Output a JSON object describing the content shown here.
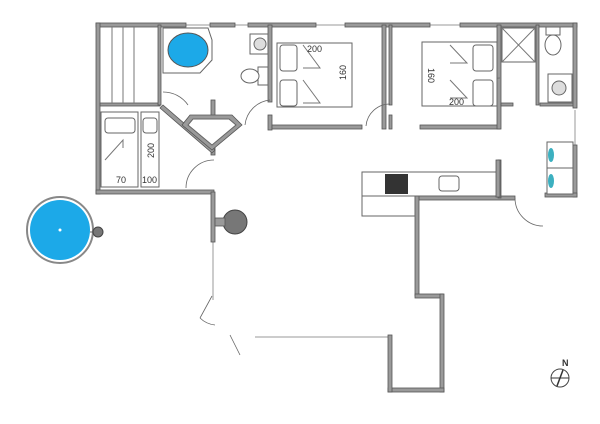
{
  "floorplan": {
    "colors": {
      "water": "#1ca9e8",
      "wall": "#9a9a9a",
      "stove": "#333333"
    },
    "bed_labels": {
      "bedroom1_length": "200",
      "bedroom1_width": "160",
      "bedroom2_length": "200",
      "bedroom2_width": "160",
      "bedroom3_length": "200",
      "bedroom3_width_a": "70",
      "bedroom3_width_b": "100"
    },
    "compass_label": "N"
  }
}
